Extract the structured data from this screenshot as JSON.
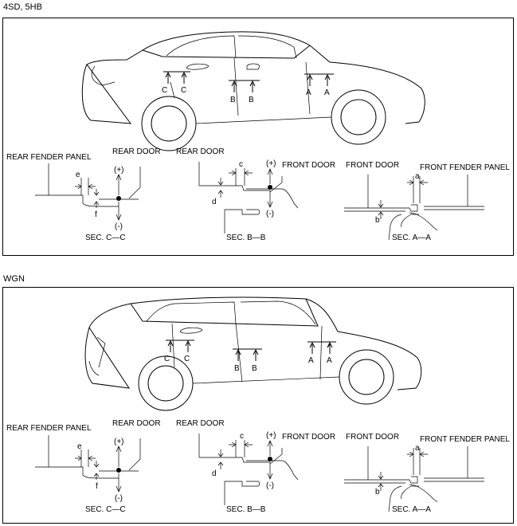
{
  "sections": [
    {
      "title": "4SD, 5HB",
      "car_labels": {
        "c1": "C",
        "c2": "C",
        "b1": "B",
        "b2": "B",
        "a1": "A",
        "a2": "A"
      },
      "sec_c": {
        "left_label": "REAR FENDER PANEL",
        "right_label": "REAR DOOR",
        "gap_label": "e",
        "flush_label": "f",
        "plus": "(+)",
        "minus": "(-)",
        "caption": "SEC. C—C"
      },
      "sec_b": {
        "left_label": "REAR DOOR",
        "right_label": "FRONT DOOR",
        "gap_label": "c",
        "flush_label": "d",
        "plus": "(+)",
        "minus": "(-)",
        "caption": "SEC. B—B"
      },
      "sec_a": {
        "left_label": "FRONT DOOR",
        "right_label": "FRONT FENDER PANEL",
        "gap_label": "a",
        "flush_label": "b",
        "caption": "SEC. A—A"
      }
    },
    {
      "title": "WGN",
      "car_labels": {
        "c1": "C",
        "c2": "C",
        "b1": "B",
        "b2": "B",
        "a1": "A",
        "a2": "A"
      },
      "sec_c": {
        "left_label": "REAR FENDER PANEL",
        "right_label": "REAR DOOR",
        "gap_label": "e",
        "flush_label": "f",
        "plus": "(+)",
        "minus": "(-)",
        "caption": "SEC. C—C"
      },
      "sec_b": {
        "left_label": "REAR DOOR",
        "right_label": "FRONT DOOR",
        "gap_label": "c",
        "flush_label": "d",
        "plus": "(+)",
        "minus": "(-)",
        "caption": "SEC. B—B"
      },
      "sec_a": {
        "left_label": "FRONT DOOR",
        "right_label": "FRONT FENDER PANEL",
        "gap_label": "a",
        "flush_label": "b",
        "caption": "SEC. A—A"
      }
    }
  ]
}
